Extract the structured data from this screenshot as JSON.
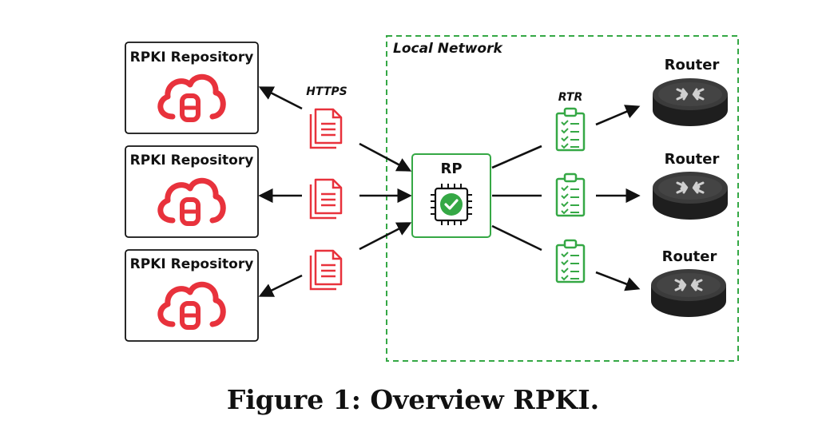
{
  "local_network": {
    "label": "Local Network"
  },
  "repositories": [
    {
      "label": "RPKI Repository"
    },
    {
      "label": "RPKI Repository"
    },
    {
      "label": "RPKI Repository"
    }
  ],
  "protocols": {
    "https": "HTTPS",
    "rtr": "RTR"
  },
  "rp": {
    "label": "RP"
  },
  "routers": [
    {
      "label": "Router"
    },
    {
      "label": "Router"
    },
    {
      "label": "Router"
    }
  ],
  "caption": "Figure 1: Overview RPKI.",
  "colors": {
    "red": "#e8323c",
    "green": "#35a845",
    "dark": "#111111"
  },
  "icons": {
    "repository": "cloud-database-icon",
    "document": "document-icon",
    "clipboard": "checklist-clipboard-icon",
    "rp": "chip-check-icon",
    "router": "router-icon"
  }
}
